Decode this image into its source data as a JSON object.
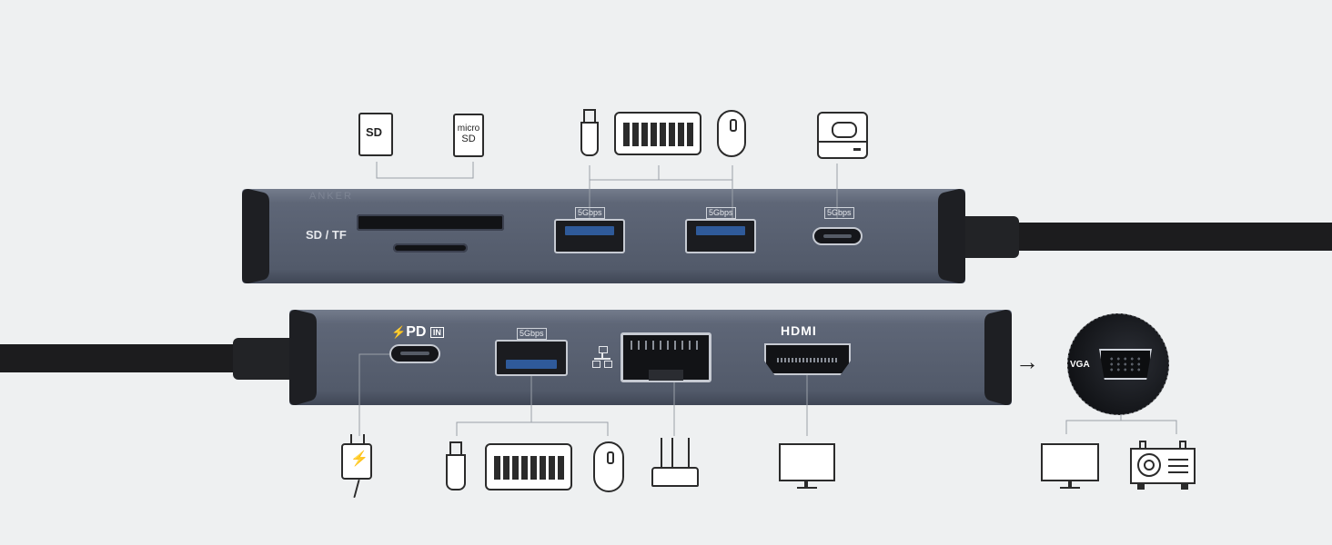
{
  "hub_top": {
    "brand": "ANKER",
    "card_label": "SD / TF",
    "usb_a_1_speed": "5Gbps",
    "usb_a_2_speed": "5Gbps",
    "usb_c_speed": "5Gbps",
    "icons": {
      "sd_card": "SD",
      "microsd_line1": "micro",
      "microsd_line2": "SD"
    }
  },
  "hub_bottom": {
    "pd_label": "PD",
    "pd_in_badge": "IN",
    "usb_a_speed": "5Gbps",
    "hdmi_label": "HDMI",
    "vga_label": "VGA"
  },
  "colors": {
    "background": "#eef0f1",
    "hub_body": "#5b6374",
    "cable": "#1c1c1e",
    "charge_accent": "#2ecc71"
  }
}
